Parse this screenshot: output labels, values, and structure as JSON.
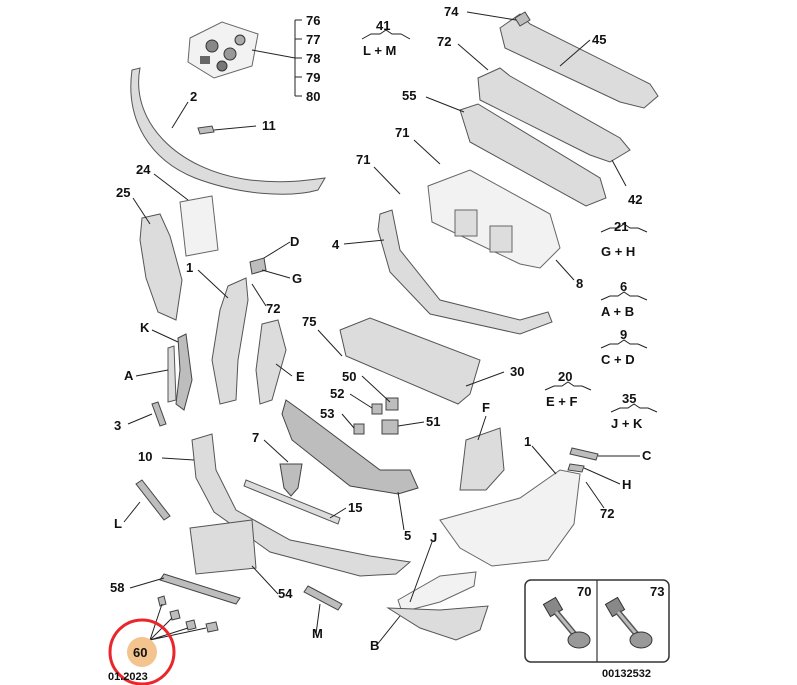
{
  "diagram": {
    "reference_code": "00132532",
    "bottom_left_code": "01.2023",
    "highlight_color": "#e8262b",
    "highlight_fill": "#f4c48e",
    "labels": {
      "l76": "76",
      "l77": "77",
      "l78": "78",
      "l79": "79",
      "l80": "80",
      "l41": "41",
      "l41sub": "L + M",
      "l74": "74",
      "l72a": "72",
      "l45": "45",
      "l2": "2",
      "l11": "11",
      "l55": "55",
      "l71a": "71",
      "l71b": "71",
      "l42": "42",
      "l24": "24",
      "l25": "25",
      "l21": "21",
      "l21sub": "G + H",
      "lD": "D",
      "lG": "G",
      "l72b": "72",
      "l4": "4",
      "l8": "8",
      "l6": "6",
      "l6sub": "A + B",
      "l1a": "1",
      "lK": "K",
      "l75": "75",
      "l9": "9",
      "l9sub": "C + D",
      "lA": "A",
      "lE": "E",
      "l50": "50",
      "l52": "52",
      "l30": "30",
      "l20": "20",
      "l20sub": "E + F",
      "l35": "35",
      "l35sub": "J + K",
      "l3": "3",
      "l53": "53",
      "l51": "51",
      "lF": "F",
      "l7": "7",
      "l10": "10",
      "l1b": "1",
      "lC": "C",
      "lH": "H",
      "l72c": "72",
      "l15": "15",
      "lL": "L",
      "l5": "5",
      "lJ": "J",
      "l58": "58",
      "l54": "54",
      "lM": "M",
      "lB": "B",
      "l60": "60",
      "l70": "70",
      "l73": "73"
    }
  }
}
